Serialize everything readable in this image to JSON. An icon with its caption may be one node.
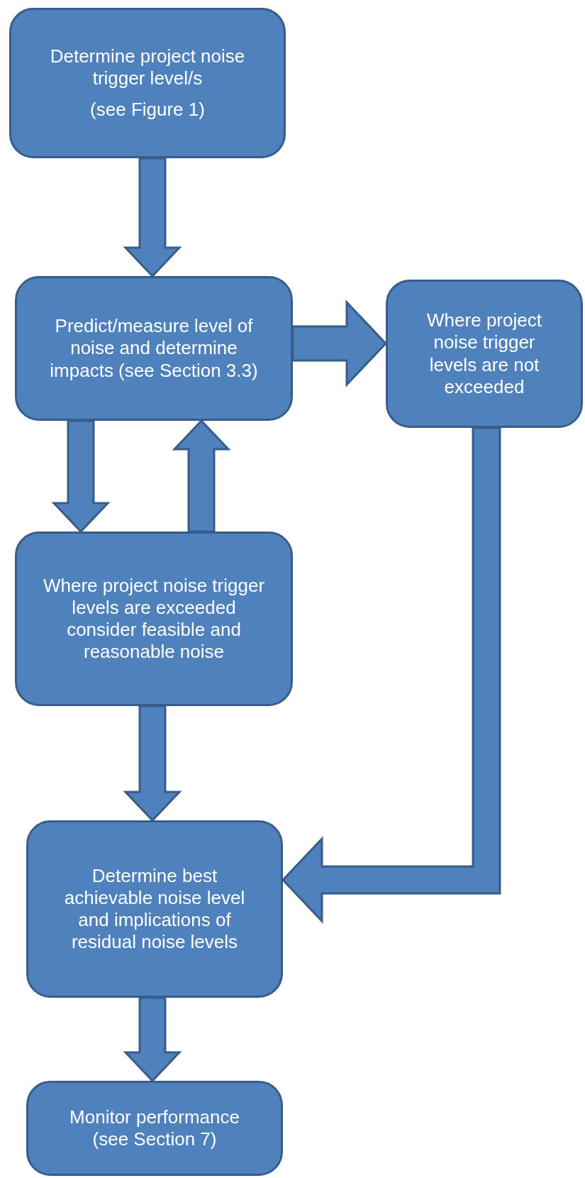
{
  "diagram": {
    "nodes": [
      {
        "text": [
          "Determine project noise trigger level/s",
          "(see Figure 1)"
        ]
      },
      {
        "text": [
          "Predict/measure level of noise and determine impacts (see Section 3.3)"
        ]
      },
      {
        "text": [
          "Where project noise trigger levels are not exceeded"
        ]
      },
      {
        "text": [
          "Where project noise trigger levels are exceeded consider feasible and reasonable noise"
        ]
      },
      {
        "text": [
          "Determine best achievable noise level and implications of residual noise levels"
        ]
      },
      {
        "text": [
          "Monitor performance (see Section 7)"
        ]
      }
    ],
    "edges": [
      {
        "from": 0,
        "to": 1,
        "arrow": "to"
      },
      {
        "from": 1,
        "to": 2,
        "arrow": "to"
      },
      {
        "from": 1,
        "to": 3,
        "arrow": "to"
      },
      {
        "from": 3,
        "to": 1,
        "arrow": "to"
      },
      {
        "from": 3,
        "to": 4,
        "arrow": "to"
      },
      {
        "from": 2,
        "to": 4,
        "arrow": "to"
      },
      {
        "from": 4,
        "to": 5,
        "arrow": "to"
      }
    ]
  }
}
